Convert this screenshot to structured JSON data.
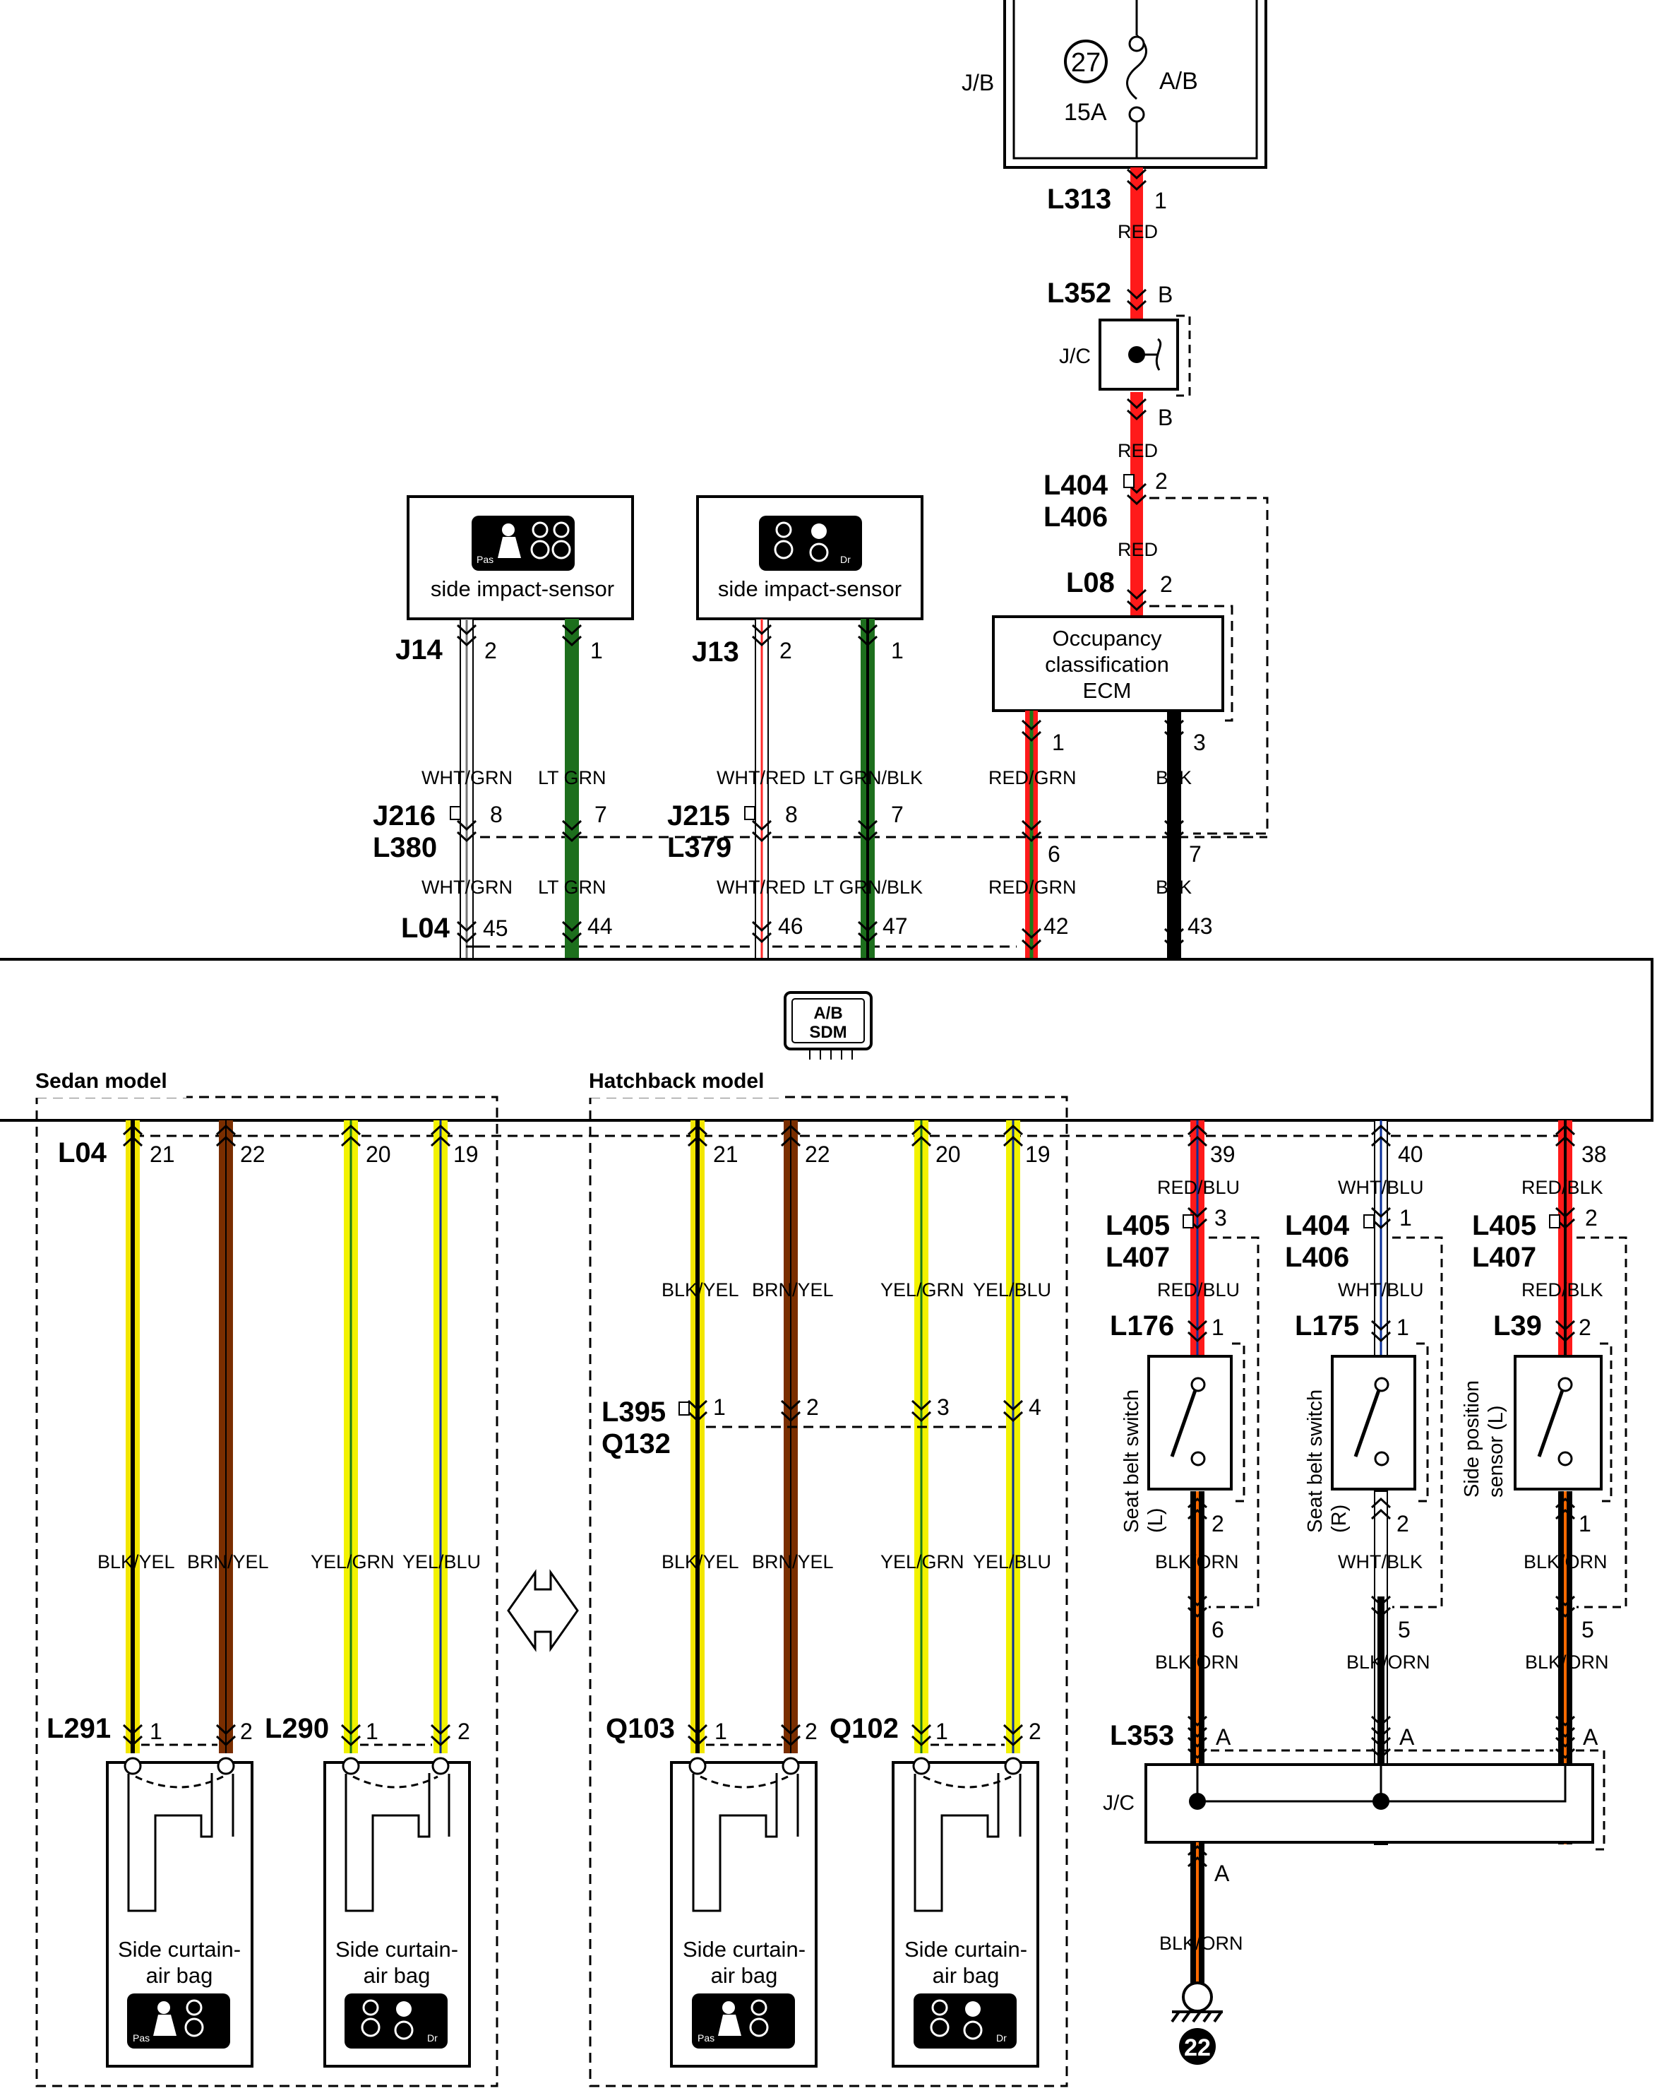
{
  "fuse": {
    "box": "J/B",
    "number": "27",
    "rating": "15A",
    "label": "A/B"
  },
  "power_feed": {
    "c1": "L313",
    "c1_pin": "1",
    "c1_color": "RED",
    "jc_conn": "L352",
    "jc_pin_top": "B",
    "jc_label": "J/C",
    "jc_pin_bottom": "B",
    "jc_color": "RED",
    "c2a": "L404",
    "c2b": "L406",
    "c2_pin": "2",
    "c2_color": "RED",
    "ecm_conn": "L08",
    "ecm_pin": "2"
  },
  "ecm": {
    "line1": "Occupancy",
    "line2": "classification",
    "line3": "ECM",
    "pin1": "1",
    "pin3": "3",
    "wire1": "RED/GRN",
    "wire3": "BLK",
    "c_pin1": "6",
    "c_pin3": "7"
  },
  "sensors": [
    {
      "label": "side impact-sensor",
      "badge": "Pas",
      "conn": "J14",
      "pin_a": "2",
      "pin_b": "1",
      "wire_a": "WHT/GRN",
      "wire_b": "LT GRN",
      "ic1": "J216",
      "ic2": "L380",
      "ic_pin_a": "8",
      "ic_pin_b": "7",
      "sdm_pin_a": "45",
      "sdm_pin_b": "44"
    },
    {
      "label": "side impact-sensor",
      "badge": "Dr",
      "conn": "J13",
      "pin_a": "2",
      "pin_b": "1",
      "wire_a": "WHT/RED",
      "wire_b": "LT GRN/BLK",
      "ic1": "J215",
      "ic2": "L379",
      "ic_pin_a": "8",
      "ic_pin_b": "7",
      "sdm_pin_a": "46",
      "sdm_pin_b": "47"
    }
  ],
  "sdm": {
    "conn": "L04",
    "pin_ecm1": "42",
    "pin_ecm3": "43",
    "label1": "A/B",
    "label2": "SDM"
  },
  "sedan": {
    "title": "Sedan model",
    "conn": "L04",
    "pins": [
      "21",
      "22",
      "20",
      "19"
    ],
    "colors": [
      "BLK/YEL",
      "BRN/YEL",
      "YEL/GRN",
      "YEL/BLU"
    ],
    "airbags": [
      {
        "conn": "L291",
        "pin1": "1",
        "pin2": "2",
        "line1": "Side curtain-",
        "line2": "air bag",
        "badge": "Pas"
      },
      {
        "conn": "L290",
        "pin1": "1",
        "pin2": "2",
        "line1": "Side curtain-",
        "line2": "air bag",
        "badge": "Dr"
      }
    ]
  },
  "hatchback": {
    "title": "Hatchback model",
    "pins": [
      "21",
      "22",
      "20",
      "19"
    ],
    "colors": [
      "BLK/YEL",
      "BRN/YEL",
      "YEL/GRN",
      "YEL/BLU"
    ],
    "ic1": "L395",
    "ic2": "Q132",
    "ic_pins": [
      "1",
      "2",
      "3",
      "4"
    ],
    "airbags": [
      {
        "conn": "Q103",
        "pin1": "1",
        "pin2": "2",
        "line1": "Side curtain-",
        "line2": "air bag",
        "badge": "Pas"
      },
      {
        "conn": "Q102",
        "pin1": "1",
        "pin2": "2",
        "line1": "Side curtain-",
        "line2": "air bag",
        "badge": "Dr"
      }
    ]
  },
  "switches": [
    {
      "sdm_pin": "39",
      "wire_top": "RED/BLU",
      "ic1": "L405",
      "ic2": "L407",
      "ic_pin": "3",
      "conn": "L176",
      "pin_in": "1",
      "pin_out": "2",
      "name1": "Seat belt switch",
      "name2": "(L)",
      "wire_out": "BLK/ORN",
      "ic_pin_out": "6"
    },
    {
      "sdm_pin": "40",
      "wire_top": "WHT/BLU",
      "ic1": "L404",
      "ic2": "L406",
      "ic_pin": "1",
      "conn": "L175",
      "pin_in": "1",
      "pin_out": "2",
      "name1": "Seat belt switch",
      "name2": "(R)",
      "wire_out": "WHT/BLK",
      "ic_pin_out": "5"
    },
    {
      "sdm_pin": "38",
      "wire_top": "RED/BLK",
      "ic1": "L405",
      "ic2": "L407",
      "ic_pin": "2",
      "conn": "L39",
      "pin_in": "2",
      "pin_out": "1",
      "name1": "Side position",
      "name2": "sensor (L)",
      "wire_out": "BLK/ORN",
      "ic_pin_out": "5"
    }
  ],
  "ground": {
    "jc_conn": "L353",
    "pin": "A",
    "jc_label": "J/C",
    "wire": "BLK/ORN",
    "ground_no": "22"
  }
}
